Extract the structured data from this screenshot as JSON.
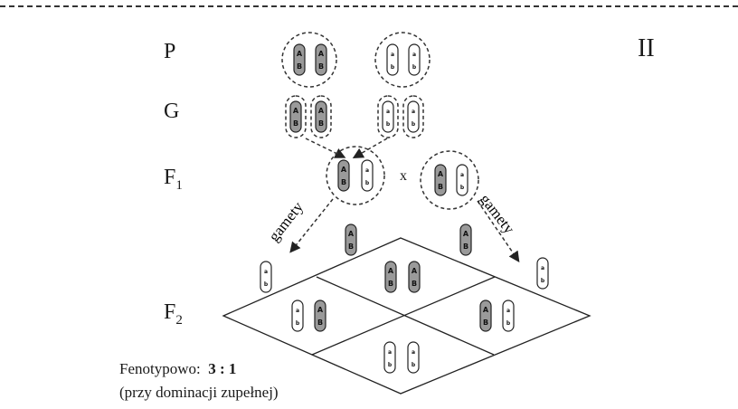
{
  "labels": {
    "P": "P",
    "G": "G",
    "F1": "F",
    "F1_sub": "1",
    "F2": "F",
    "F2_sub": "2",
    "roman": "II",
    "cross": "x",
    "gamety_left": "gamety",
    "gamety_right": "gamety"
  },
  "alleles": {
    "dom_top": "A",
    "dom_bottom": "B",
    "rec_top": "a",
    "rec_bottom": "b"
  },
  "phenotype": {
    "label": "Fenotypowo:",
    "ratio": "3 : 1",
    "note": "(przy dominacji zupełnej)"
  },
  "colors": {
    "dominant_fill": "#9a9a9a",
    "recessive_fill": "#ffffff",
    "line": "#222222"
  }
}
